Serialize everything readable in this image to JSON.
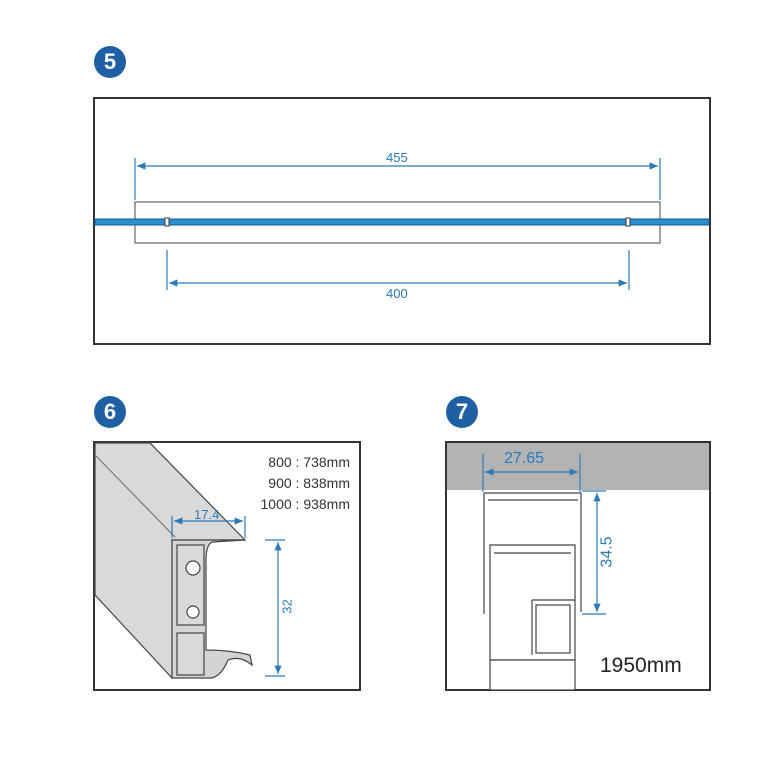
{
  "sections": [
    {
      "number": "5",
      "dimensions": {
        "top": "455",
        "bottom": "400"
      }
    },
    {
      "number": "6",
      "sizes": [
        "800 : 738mm",
        "900 : 838mm",
        "1000 : 938mm"
      ],
      "dimensions": {
        "width": "17.4",
        "height": "32"
      }
    },
    {
      "number": "7",
      "dimensions": {
        "width": "27.65",
        "height": "34.5"
      },
      "length": "1950mm"
    }
  ],
  "colors": {
    "badge": "#1f5fa3",
    "dimension": "#2c7bb8",
    "glass": "#2a8fd0"
  }
}
